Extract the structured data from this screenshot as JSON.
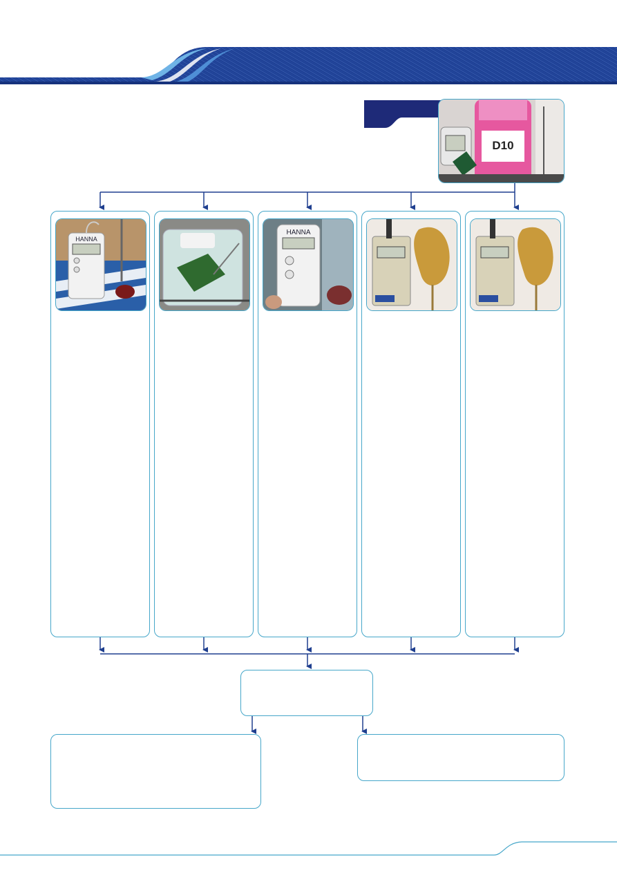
{
  "colors": {
    "banner_dark": "#1b3a8c",
    "banner_mid": "#2f6fc1",
    "banner_light": "#6fb3e6",
    "frame_border": "#45a6c9",
    "arrow": "#1f3f8f",
    "tab_dark": "#1e2a78"
  },
  "photos": {
    "top": {
      "icon": "disinfectant-bottle-with-probe-photo",
      "label": "D10"
    },
    "columns": [
      {
        "icon": "hanna-probe-thermometer-on-bars-photo",
        "label": "HANNA"
      },
      {
        "icon": "probe-in-water-container-photo"
      },
      {
        "icon": "hanna-infrared-thermometer-photo",
        "label": "HANNA"
      },
      {
        "icon": "probe-thermometer-in-chicken-photo"
      },
      {
        "icon": "probe-thermometer-in-chicken-photo"
      }
    ]
  },
  "icons": {
    "arrow": "arrow-down-icon"
  }
}
